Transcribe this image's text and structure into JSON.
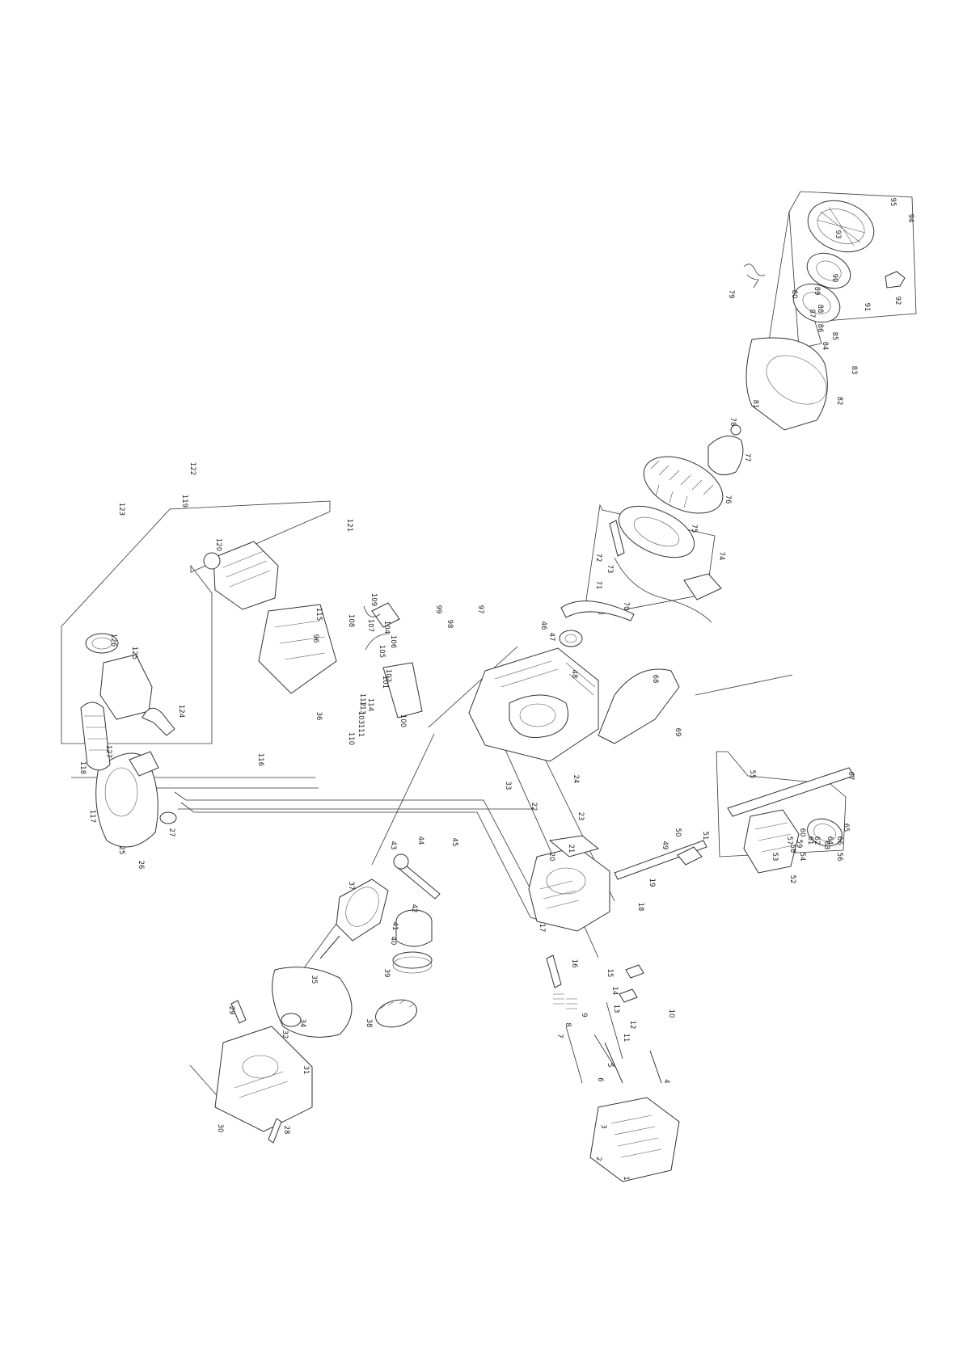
{
  "diagram": {
    "callouts": [
      "1",
      "2",
      "3",
      "4",
      "5",
      "6",
      "7",
      "8",
      "9",
      "10",
      "11",
      "12",
      "13",
      "14",
      "15",
      "16",
      "17",
      "18",
      "19",
      "20",
      "21",
      "22",
      "23",
      "24",
      "25",
      "26",
      "27",
      "28",
      "29",
      "30",
      "31",
      "32",
      "33",
      "34",
      "35",
      "36",
      "37",
      "38",
      "39",
      "40",
      "41",
      "42",
      "43",
      "44",
      "45",
      "46",
      "47",
      "48",
      "49",
      "50",
      "51",
      "52",
      "53",
      "54",
      "55",
      "56",
      "57",
      "58",
      "59",
      "60",
      "61",
      "62",
      "63",
      "64",
      "65",
      "66",
      "67",
      "68",
      "69",
      "70",
      "71",
      "72",
      "73",
      "74",
      "75",
      "76",
      "77",
      "78",
      "79",
      "80",
      "81",
      "82",
      "83",
      "84",
      "85",
      "86",
      "87",
      "88",
      "89",
      "90",
      "91",
      "92",
      "93",
      "94",
      "95",
      "96",
      "97",
      "98",
      "99",
      "100",
      "101",
      "102",
      "103",
      "104",
      "105",
      "106",
      "107",
      "108",
      "109",
      "110",
      "111",
      "112",
      "113",
      "114",
      "115",
      "116",
      "117",
      "118",
      "119",
      "120",
      "121",
      "122",
      "123",
      "124",
      "125",
      "126",
      "127"
    ]
  }
}
